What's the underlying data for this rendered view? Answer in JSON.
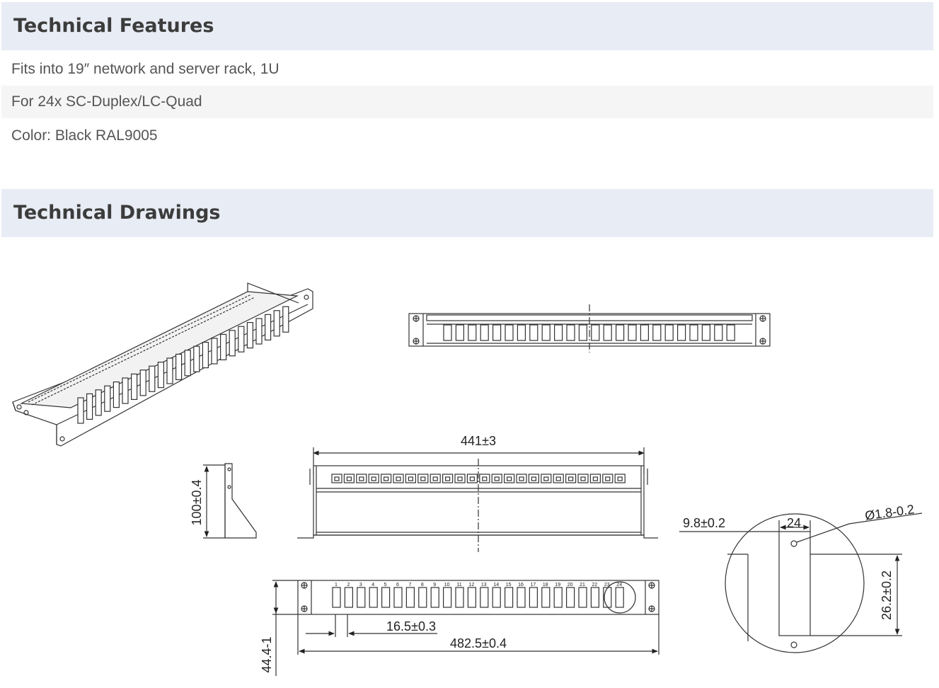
{
  "features": {
    "title": "Technical Features",
    "items": [
      "Fits into 19″ network and server rack, 1U",
      "For 24x SC-Duplex/LC-Quad",
      "Color: Black RAL9005"
    ]
  },
  "drawings": {
    "title": "Technical Drawings",
    "dimensions": {
      "top_width": "441±3",
      "depth": "100±0.4",
      "port_pitch": "16.5±0.3",
      "overall_width": "482.5±0.4",
      "height": "44.4-1",
      "hole_offset": "9.8±0.2",
      "hole_spacing": "24",
      "hole_diameter": "Ø1.8-0.2",
      "hole_vertical": "26.2±0.2"
    },
    "port_numbers": [
      "1",
      "2",
      "3",
      "4",
      "5",
      "6",
      "7",
      "8",
      "9",
      "10",
      "11",
      "12",
      "13",
      "14",
      "15",
      "16",
      "17",
      "18",
      "19",
      "20",
      "21",
      "22",
      "23",
      "24"
    ]
  },
  "colors": {
    "header_bg": "#e8ecf4",
    "row_alt_bg": "#f5f5f5",
    "line": "#333333"
  }
}
